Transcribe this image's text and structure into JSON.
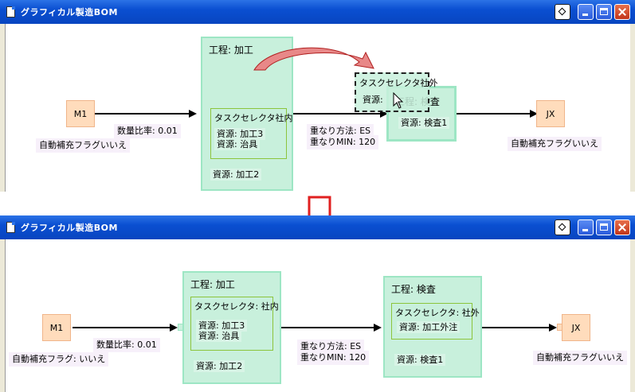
{
  "window": {
    "title": "グラフィカル製造BOM"
  },
  "top": {
    "nodes": {
      "m1": "M1",
      "jx": "JX"
    },
    "labels": {
      "auto_fill_left": "自動補充フラグいいえ",
      "qty_ratio": "数量比率: 0.01",
      "overlap_method": "重なり方法: ES",
      "overlap_min": "重なりMIN: 120",
      "auto_fill_right": "自動補充フラグいいえ"
    },
    "process_main": {
      "title": "工程: 加工",
      "selector_title": "タスクセレクタ社内",
      "res1": "資源: 加工3",
      "res2": "資源: 治具",
      "bottom_res": "資源: 加工2"
    },
    "process_inspect": {
      "title": "工程: 検査",
      "res": "資源: 検査1"
    },
    "drag_selector": {
      "title": "タスクセレクタ社外",
      "partial": "資源: "
    }
  },
  "bottom": {
    "nodes": {
      "m1": "M1",
      "jx": "JX"
    },
    "labels": {
      "auto_fill_left": "自動補充フラグ: いいえ",
      "qty_ratio": "数量比率: 0.01",
      "overlap_method": "重なり方法: ES",
      "overlap_min": "重なりMIN: 120",
      "auto_fill_right": "自動補充フラグいいえ"
    },
    "process_main": {
      "title": "工程: 加工",
      "selector_title": "タスクセレクタ: 社内",
      "res1": "資源: 加工3",
      "res2": "資源: 治具",
      "bottom_res": "資源: 加工2"
    },
    "process_inspect": {
      "title": "工程: 検査",
      "selector_title": "タスクセレクタ: 社外",
      "selector_res": "資源: 加工外注",
      "bottom_res": "資源: 検査1"
    }
  },
  "colors": {
    "process_fill": "#c8f0dc",
    "node_fill": "#ffdcbc",
    "arrow_red": "#e02020"
  }
}
